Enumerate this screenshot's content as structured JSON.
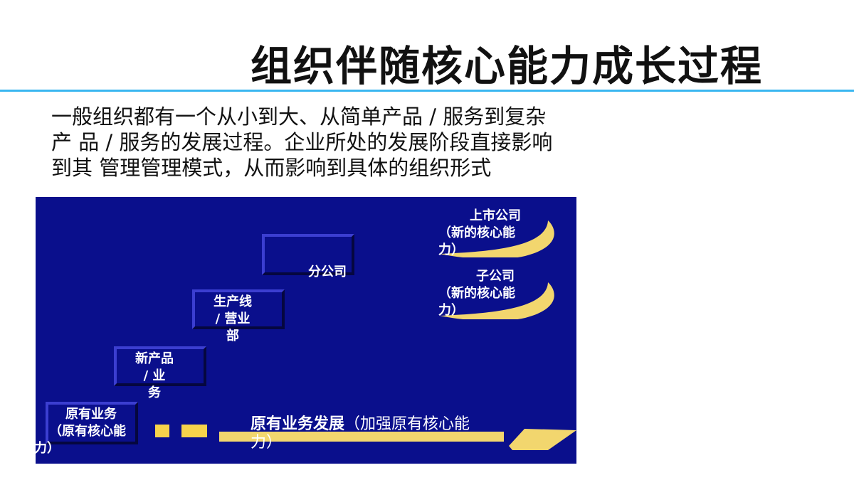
{
  "slide": {
    "title": "组织伴随核心能力成长过程",
    "body_lines": [
      "一般组织都有一个从小到大、从简单产品 / 服务到复杂",
      "产  品 / 服务的发展过程。企业所处的发展阶段直接影响",
      "到其  管理管理模式，从而影响到具体的组织形式"
    ]
  },
  "diagram": {
    "steps": [
      {
        "line1": "原有业务",
        "line2": "（原有核心能",
        "line3": "力）"
      },
      {
        "line1": "新产品",
        "line2": "/  业",
        "line3": "务"
      },
      {
        "line1": "生产线",
        "line2": "/  营业",
        "line3": "部"
      },
      {
        "line1": "分公司"
      }
    ],
    "arcs": [
      {
        "line1": "上市公司",
        "line2": "（新的核心能",
        "line3": "力）"
      },
      {
        "line1": "子公司",
        "line2": "（新的核心能",
        "line3": "力）"
      }
    ],
    "caption": {
      "bold": "原有业务发展",
      "normal": "（加强原有核心能",
      "line2": "力）"
    }
  },
  "colors": {
    "accent_rule": "#3ab7f0",
    "diagram_bg": "#0a0f8c",
    "yellow": "#f2d66e"
  }
}
